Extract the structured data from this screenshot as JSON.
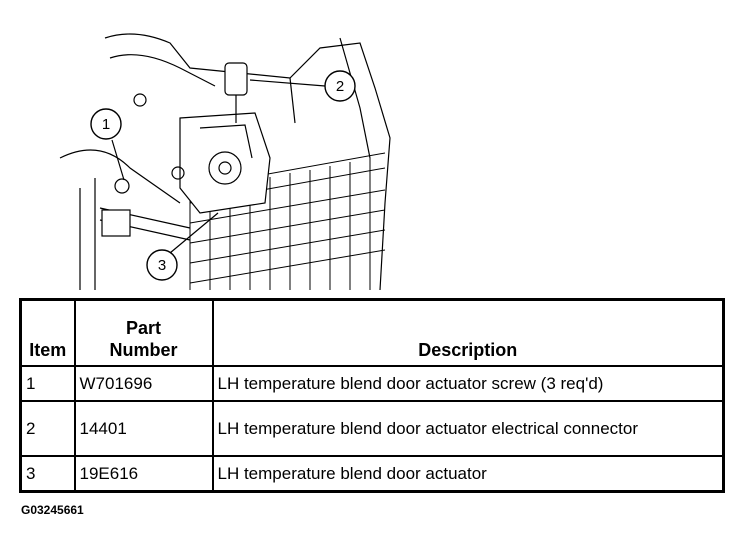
{
  "callouts": [
    "1",
    "2",
    "3"
  ],
  "table": {
    "headers": {
      "item": "Item",
      "part_line1": "Part",
      "part_line2": "Number",
      "description": "Description"
    },
    "rows": [
      {
        "item": "1",
        "part_number": "W701696",
        "description": "LH temperature blend door actuator screw (3 req'd)"
      },
      {
        "item": "2",
        "part_number": "14401",
        "description": "LH temperature blend door actuator electrical connector"
      },
      {
        "item": "3",
        "part_number": "19E616",
        "description": "LH temperature blend door actuator"
      }
    ]
  },
  "figure_id": "G03245661"
}
